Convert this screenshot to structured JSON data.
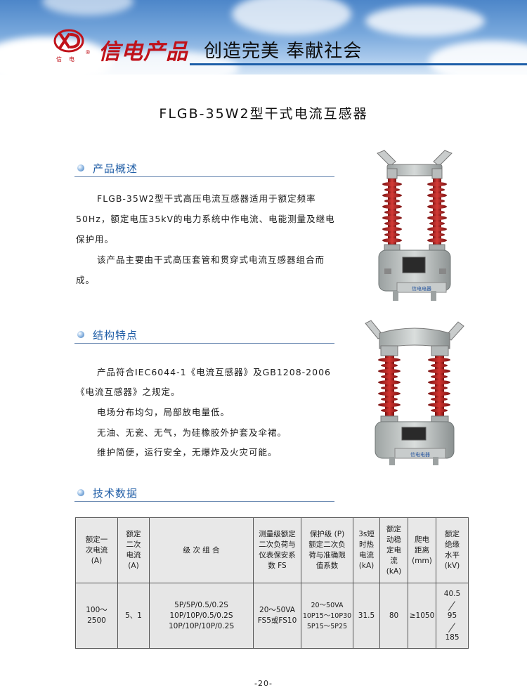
{
  "header": {
    "logo_sub": "信电",
    "logo_reg": "®",
    "brand": "信电产品",
    "slogan": "创造完美 奉献社会"
  },
  "title": "FLGB-35W2型干式电流互感器",
  "sections": {
    "overview": {
      "heading": "产品概述",
      "paragraphs": [
        "FLGB-35W2型干式高压电流互感器适用于额定频率50Hz，额定电压35kV的电力系统中作电流、电能测量及继电保护用。",
        "该产品主要由干式高压套管和贯穿式电流互感器组合而成。"
      ]
    },
    "features": {
      "heading": "结构特点",
      "lines": [
        "产品符合IEC6044-1《电流互感器》及GB1208-2006",
        "《电流互感器》之规定。",
        "电场分布均匀，局部放电量低。",
        "无油、无瓷、无气，为硅橡胶外护套及伞裙。",
        "维护简便，运行安全，无爆炸及火灾可能。"
      ]
    },
    "tech": {
      "heading": "技术数据"
    }
  },
  "photos": {
    "top_plate_text": "信电电器",
    "bottom_plate_text": "信电电器"
  },
  "table": {
    "headers": [
      "额定一\n次电流\n(A)",
      "额定\n二次\n电流\n(A)",
      "级 次 组 合",
      "测量级额定\n二次负荷与\n仪表保安系\n数 FS",
      "保护级 (P)\n额定二次负\n荷与准确限\n值系数",
      "3s短\n时热\n电流\n(kA)",
      "额定\n动稳\n定电\n流\n(kA)",
      "爬电\n距离\n(mm)",
      "额定\n绝缘\n水平\n(kV)"
    ],
    "row": {
      "primary_current": "100～2500",
      "secondary_current": "5、1",
      "combination": "5P/5P/0.5/0.2S\n10P/10P/0.5/0.2S\n10P/10P/10P/0.2S",
      "measuring_load": "20～50VA\nFS5或FS10",
      "protection_load": "20～50VA\n10P15～10P30\n5P15～5P25",
      "short_time_current": "31.5",
      "dynamic_current": "80",
      "creepage": "≥1050",
      "insulation": [
        "40.5",
        "95",
        "185"
      ]
    }
  },
  "page_number": "-20-"
}
